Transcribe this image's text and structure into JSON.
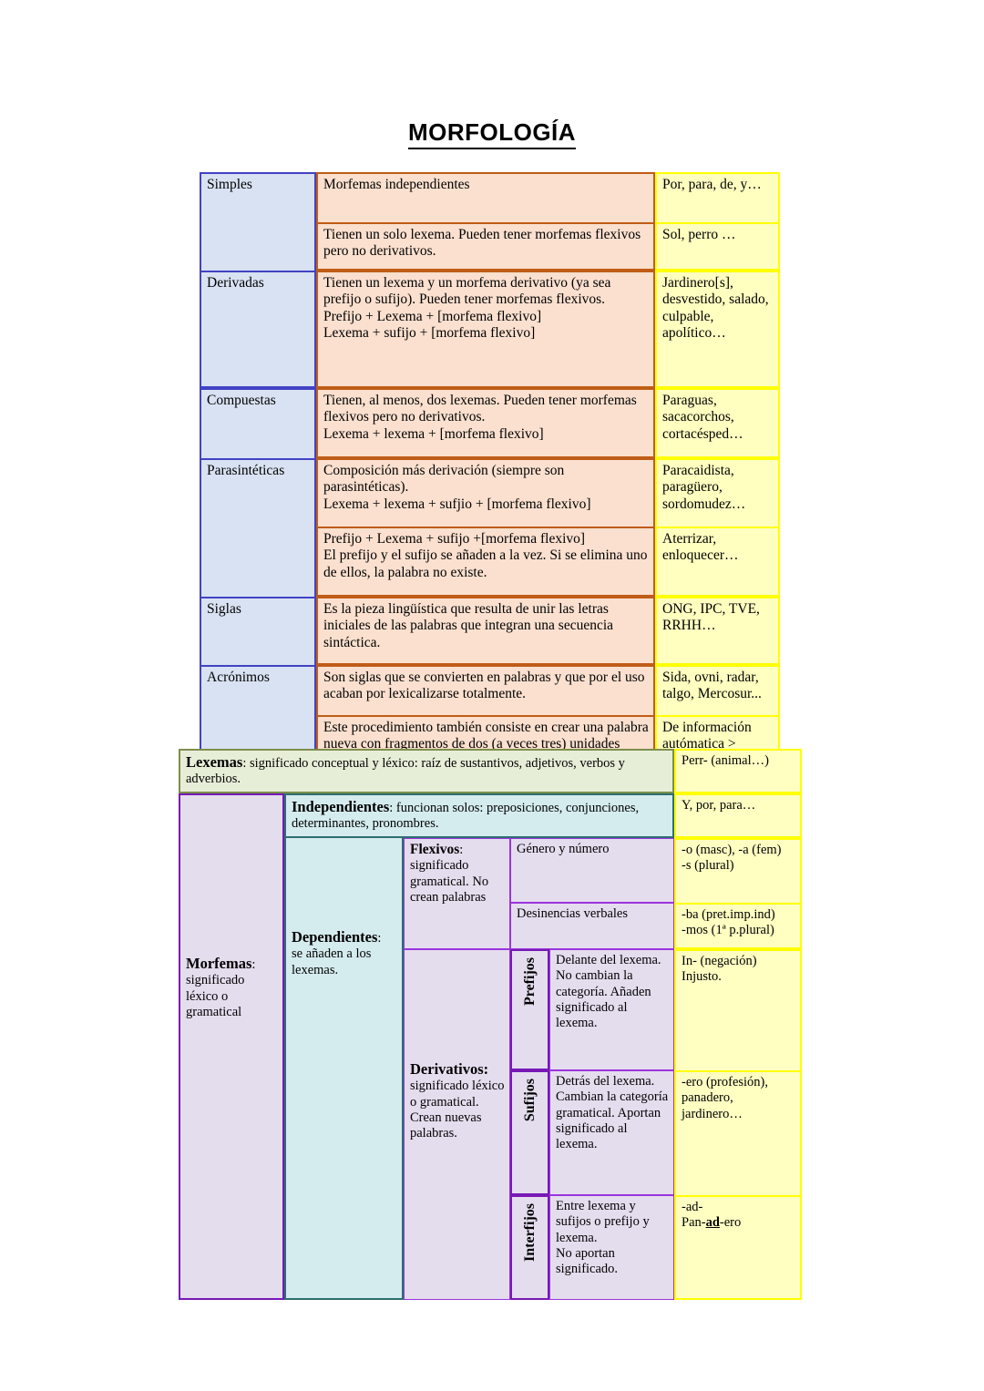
{
  "document": {
    "title": "MORFOLOGÍA"
  },
  "table_wordtypes": {
    "rows": [
      {
        "category": "Simples",
        "category_rowspan": 2,
        "subrows": [
          {
            "description": "Morfemas independientes",
            "examples": "Por, para, de, y…"
          },
          {
            "description": "Tienen un solo lexema. Pueden tener morfemas flexivos pero no derivativos.",
            "examples": "Sol, perro …"
          }
        ]
      },
      {
        "category": "Derivadas",
        "category_rowspan": 1,
        "subrows": [
          {
            "description": "Tienen un lexema y un morfema derivativo (ya sea prefijo o sufijo). Pueden tener morfemas flexivos.\nPrefijo + Lexema + [morfema flexivo]\nLexema + sufijo + [morfema flexivo]",
            "examples": "Jardinero[s], desvestido, salado, culpable, apolítico…"
          }
        ]
      },
      {
        "category": "Compuestas",
        "category_rowspan": 1,
        "subrows": [
          {
            "description": "Tienen, al menos, dos lexemas. Pueden tener morfemas flexivos pero no derivativos.\nLexema + lexema + [morfema flexivo]",
            "examples": "Paraguas, sacacorchos, cortacésped…"
          }
        ]
      },
      {
        "category": "Parasintéticas",
        "category_rowspan": 2,
        "subrows": [
          {
            "description": "Composición más derivación (siempre son parasintéticas).\nLexema + lexema + sufjio + [morfema flexivo]",
            "examples": "Paracaidista, paragüero, sordomudez…"
          },
          {
            "description": "Prefijo + Lexema + sufijo +[morfema flexivo]\nEl prefijo y el sufijo se añaden a la vez. Si se elimina uno de ellos, la palabra no existe.",
            "examples": "Aterrizar, enloquecer…"
          }
        ]
      },
      {
        "category": "Siglas",
        "category_rowspan": 1,
        "subrows": [
          {
            "description": "Es la pieza lingüística que resulta de unir las letras iniciales de las palabras que integran una secuencia sintáctica.",
            "examples": "ONG, IPC, TVE, RRHH…"
          }
        ]
      },
      {
        "category": "Acrónimos",
        "category_rowspan": 2,
        "subrows": [
          {
            "description": "Son siglas que se convierten en palabras y que por el uso acaban por lexicalizarse totalmente.",
            "examples": "Sida, ovni, radar, talgo, Mercosur..."
          },
          {
            "description": "Este procedimiento también consiste en crear una palabra nueva con fragmentos de dos (a veces tres) unidades léxicas.",
            "examples": "De información autómatica > informática"
          }
        ]
      }
    ]
  },
  "table_morfemas": {
    "lexemas": {
      "term": "Lexemas",
      "definition": ": significado conceptual y léxico: raíz de sustantivos, adjetivos, verbos y adverbios.",
      "example": "Perr- (animal…)"
    },
    "morfemas": {
      "term": "Morfemas",
      "definition": ":",
      "detail": "significado léxico o gramatical"
    },
    "independientes": {
      "term": "Independientes",
      "definition": ": funcionan solos: preposiciones, conjunciones, determinantes, pronombres.",
      "example": "Y, por, para…"
    },
    "dependientes": {
      "term": "Dependientes",
      "definition": ":",
      "detail": "se añaden a los lexemas."
    },
    "flexivos": {
      "term": "Flexivos",
      "definition": ":",
      "detail": "significado gramatical. No crean palabras",
      "items": [
        {
          "label": "Género y número",
          "example": "-o (masc), -a (fem)\n-s (plural)"
        },
        {
          "label": "Desinencias verbales",
          "example": "-ba (pret.imp.ind)\n-mos (1ª p.plural)"
        }
      ]
    },
    "derivativos": {
      "term": "Derivativos:",
      "detail": "significado léxico o gramatical. Crean nuevas palabras.",
      "items": [
        {
          "label": "Prefijos",
          "description": "Delante del lexema. No cambian la categoría. Añaden significado al lexema.",
          "example": "In- (negación)\nInjusto."
        },
        {
          "label": "Sufijos",
          "description": "Detrás del lexema. Cambian la categoría gramatical. Aportan significado al lexema.",
          "example": "-ero (profesión), panadero, jardinero…"
        },
        {
          "label": "Interfijos",
          "description": "Entre lexema y sufijos o prefijo y lexema.\nNo aportan significado.",
          "example_line1": "-ad-",
          "example_line2_pre": "Pan-",
          "example_line2_mid": "ad",
          "example_line2_post": "-ero"
        }
      ]
    }
  },
  "colors": {
    "category_fill": "#d8e2f2",
    "category_border": "#4242c4",
    "description_fill": "#fbe0cf",
    "description_border": "#c05c17",
    "example_fill": "#ffffc0",
    "example_border": "#ffff00",
    "lexema_fill": "#e7eed8",
    "lexema_border": "#7d8f4b",
    "morfema_fill": "#e4ddee",
    "morfema_border": "#7719b5",
    "teal_fill": "#d5ecef",
    "teal_border": "#2d6e70"
  }
}
